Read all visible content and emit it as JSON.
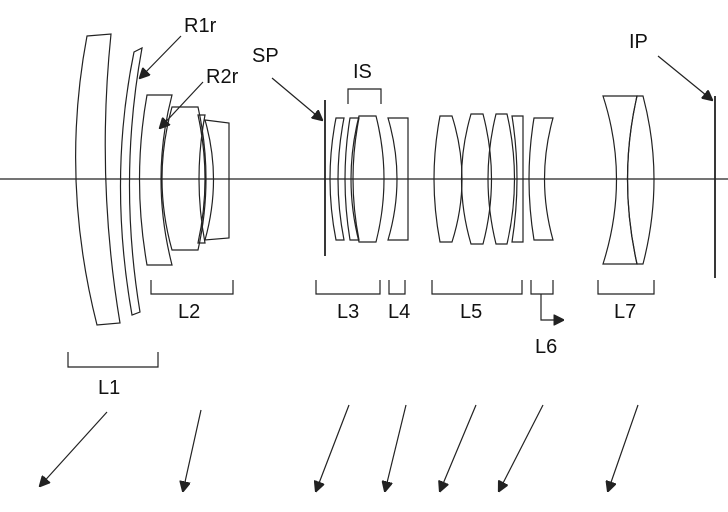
{
  "labels": {
    "r1r": "R1r",
    "r2r": "R2r",
    "sp": "SP",
    "is": "IS",
    "ip": "IP",
    "l1": "L1",
    "l2": "L2",
    "l3": "L3",
    "l4": "L4",
    "l5": "L5",
    "l6": "L6",
    "l7": "L7"
  },
  "colors": {
    "ink": "#222222",
    "background": "#ffffff"
  }
}
